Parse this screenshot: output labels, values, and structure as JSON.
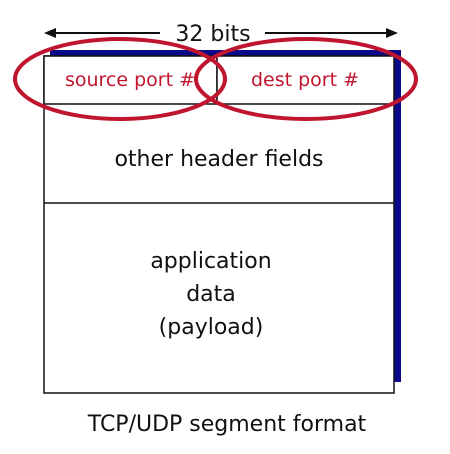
{
  "width_label": "32 bits",
  "fields": {
    "source_port": "source port #",
    "dest_port": "dest port #",
    "other_headers": "other header fields",
    "payload_lines": [
      "application",
      "data",
      "(payload)"
    ]
  },
  "caption": "TCP/UDP segment format",
  "colors": {
    "highlight": "#c0152f",
    "shadow": "#0a0a8a",
    "text": "#111111",
    "red_text": "#c0152f"
  }
}
